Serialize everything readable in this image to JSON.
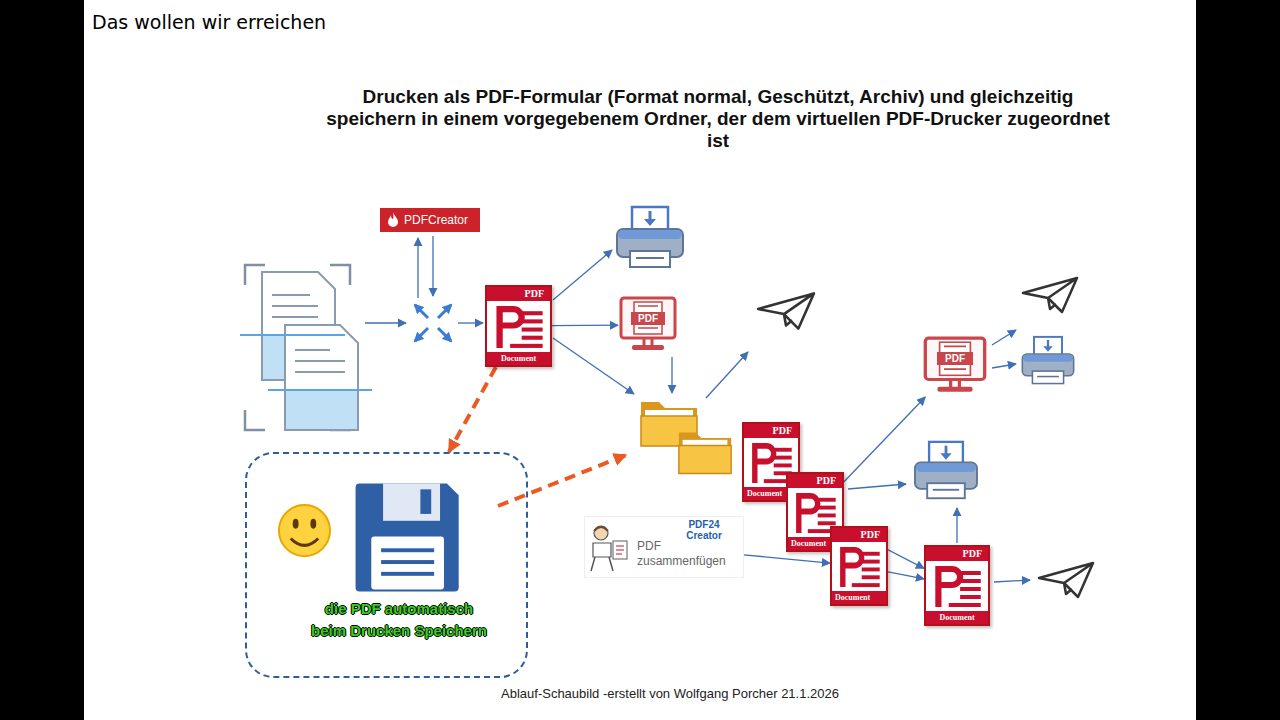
{
  "diagram": {
    "title": "Drucken als PDF-Formular (Format normal, Geschützt, Archiv) und gleichzeitig speichern in einem vorgegebenem Ordner, der dem virtuellen PDF-Drucker zugeordnet ist",
    "caption": "Ablauf-Schaubild -erstellt von Wolfgang Porcher 21.1.2026",
    "nodes": [
      {
        "text": [
          "PDFCreator"
        ]
      },
      {
        "text": [
          "PDF",
          "Document"
        ]
      },
      {
        "text": [
          "PDF"
        ]
      },
      {
        "text": [
          "die PDF automatisch beim Drucken Speichern"
        ]
      },
      {
        "text": [
          "PDF",
          "Document"
        ]
      },
      {
        "text": [
          "PDF",
          "Document"
        ]
      },
      {
        "text": [
          "PDF",
          "Document"
        ]
      },
      {
        "text": [
          "PDF"
        ]
      },
      {
        "text": [
          "PDF24 Creator",
          "PDF zusammenfügen"
        ]
      },
      {
        "text": [
          "PDF",
          "Document"
        ]
      }
    ],
    "edges": [
      {
        "from": 1,
        "to": 2,
        "arrow": "to"
      },
      {
        "from": 1,
        "to": 3,
        "arrow": "to"
      },
      {
        "from": 8,
        "to": 6,
        "arrow": "to"
      },
      {
        "from": 5,
        "to": 7,
        "arrow": "to"
      },
      {
        "from": 5,
        "to": 9,
        "arrow": "to"
      },
      {
        "from": 6,
        "to": 9,
        "arrow": "to"
      }
    ],
    "labels": [
      "Das wollen wir erreichen"
    ]
  }
}
